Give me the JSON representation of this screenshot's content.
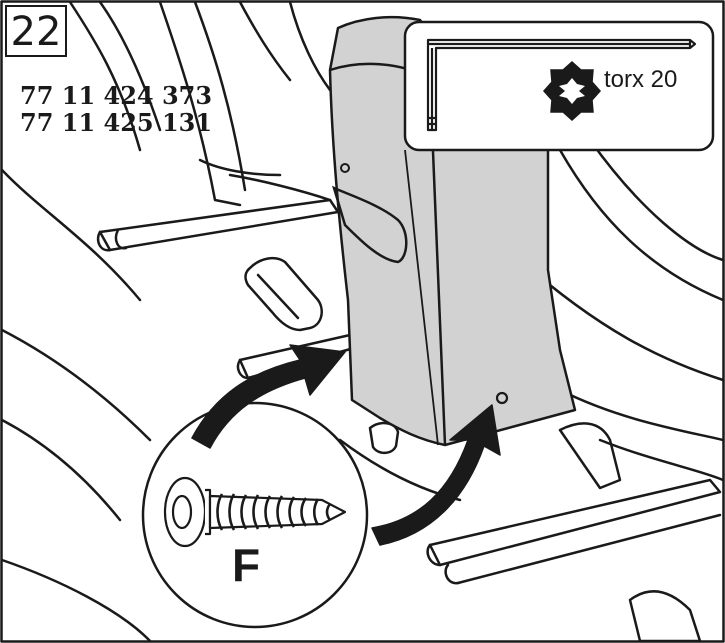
{
  "step_number": "22",
  "part_references": [
    "77 11 424 373",
    "77 11 425 131"
  ],
  "tool": {
    "label": "torx 20",
    "icon": "torx-star-icon"
  },
  "part_letter": "F",
  "colors": {
    "panel": "#d2d2d2",
    "line": "#1a1a1a",
    "background": "#ffffff"
  }
}
